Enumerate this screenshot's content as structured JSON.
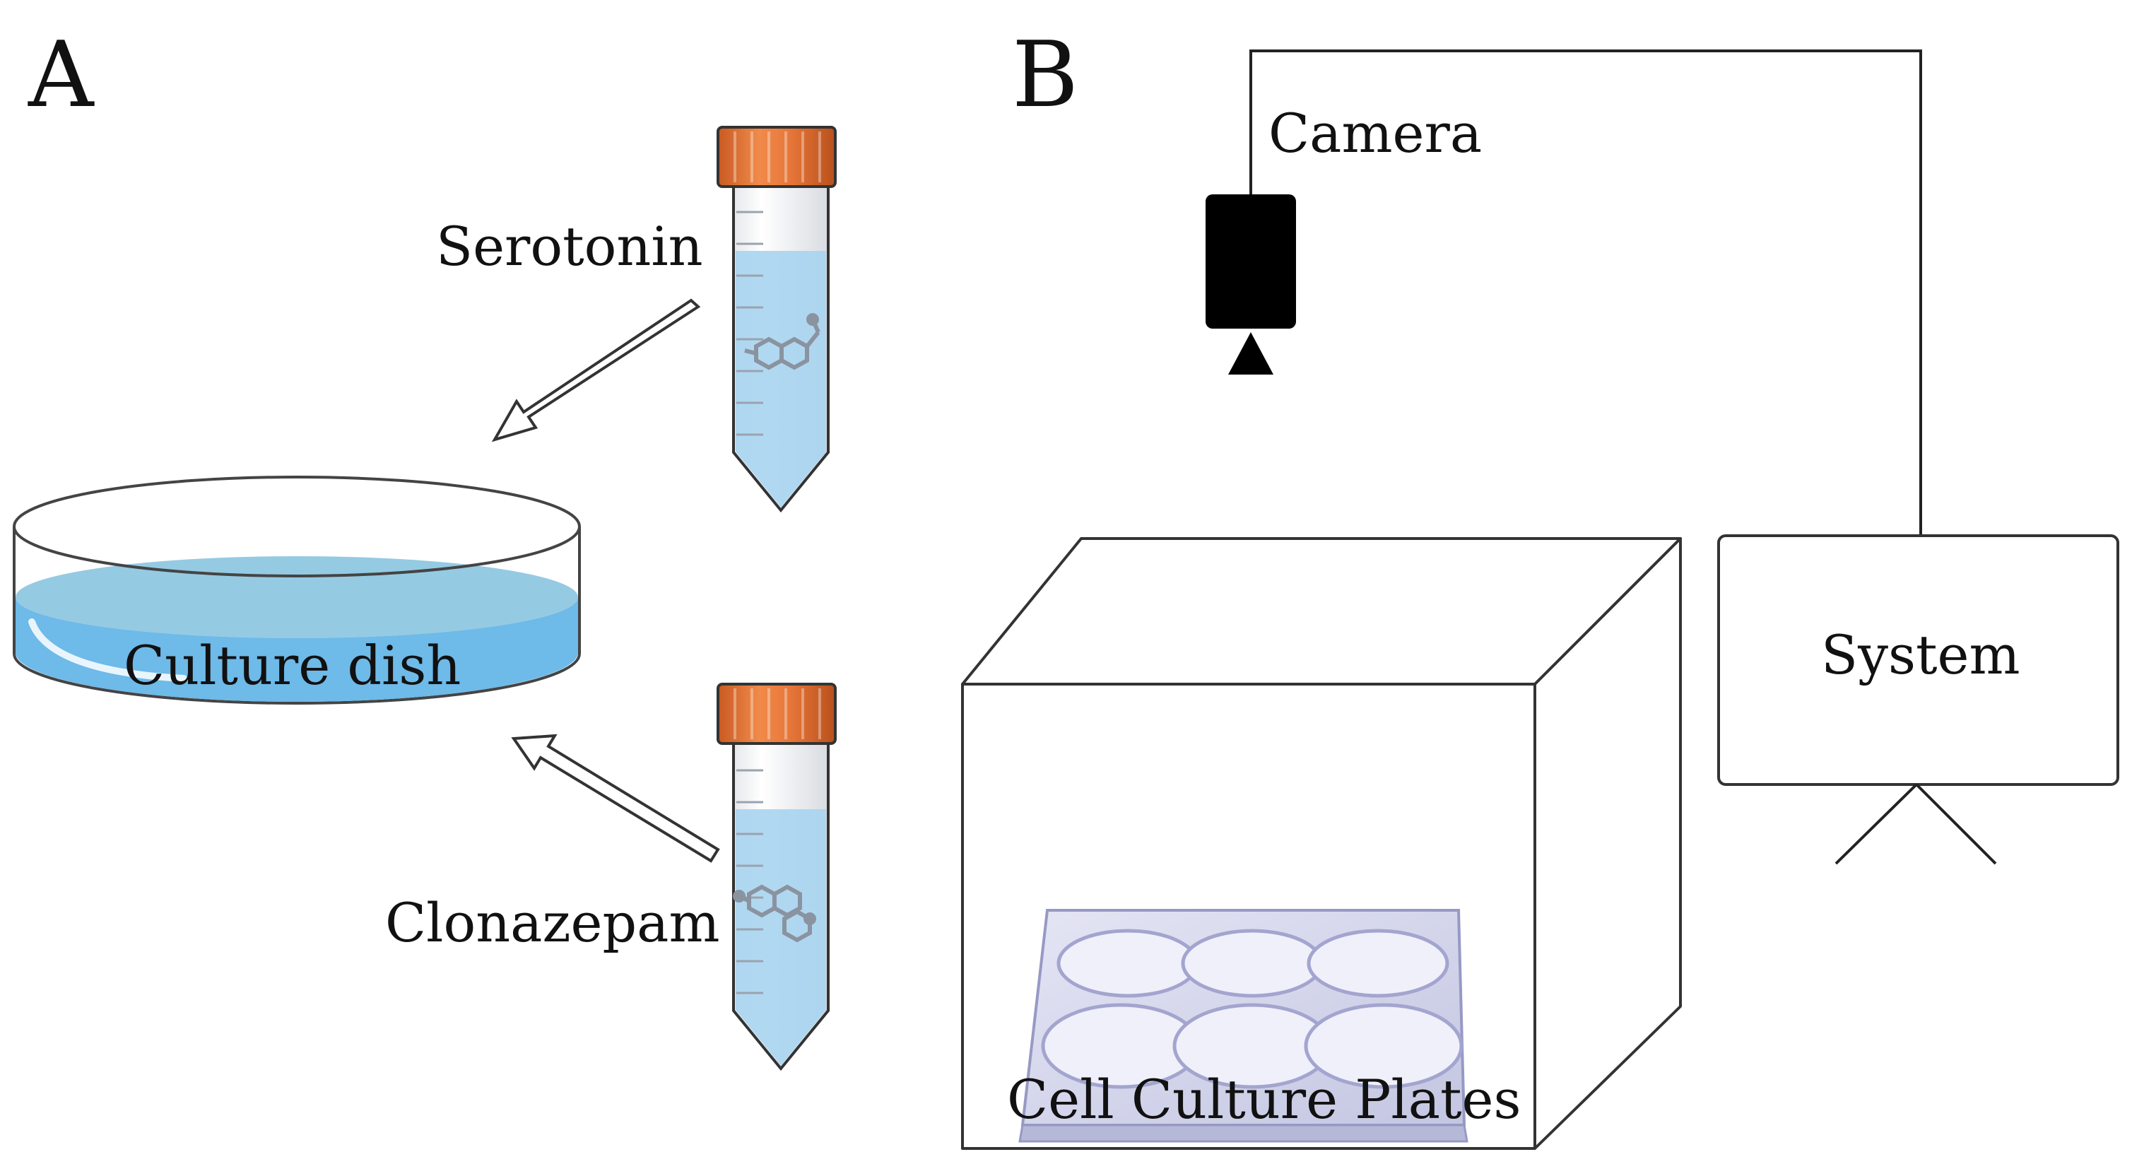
{
  "panels": {
    "a": {
      "letter": "A"
    },
    "b": {
      "letter": "B"
    }
  },
  "labels": {
    "serotonin": "Serotonin",
    "clonazepam": "Clonazepam",
    "culture_dish": "Culture dish",
    "camera": "Camera",
    "system": "System",
    "cell_culture_plates": "Cell Culture Plates"
  },
  "colors": {
    "tube_cap": "#e4773a",
    "tube_liquid": "#a8d4f0",
    "dish_liquid": "#7ec1ea",
    "molecule": "#8a93a0",
    "stroke": "#333333",
    "camera_body": "#000000",
    "plate": "#c9cbe6"
  },
  "icons": [
    "falcon-tube-icon",
    "culture-dish-icon",
    "camera-icon",
    "monitor-icon",
    "well-plate-icon",
    "incubator-box-icon"
  ]
}
